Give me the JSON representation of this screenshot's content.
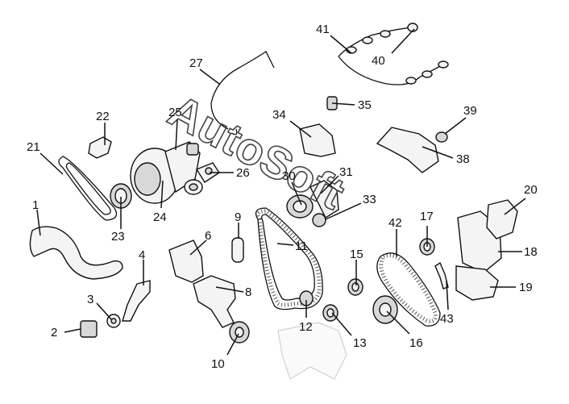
{
  "watermark": "AutoSoft",
  "callouts": [
    {
      "id": "1",
      "label": "1"
    },
    {
      "id": "2",
      "label": "2"
    },
    {
      "id": "3",
      "label": "3"
    },
    {
      "id": "4",
      "label": "4"
    },
    {
      "id": "6",
      "label": "6"
    },
    {
      "id": "8",
      "label": "8"
    },
    {
      "id": "9",
      "label": "9"
    },
    {
      "id": "10",
      "label": "10"
    },
    {
      "id": "11",
      "label": "11"
    },
    {
      "id": "12",
      "label": "12"
    },
    {
      "id": "13",
      "label": "13"
    },
    {
      "id": "15",
      "label": "15"
    },
    {
      "id": "16",
      "label": "16"
    },
    {
      "id": "17",
      "label": "17"
    },
    {
      "id": "18",
      "label": "18"
    },
    {
      "id": "19",
      "label": "19"
    },
    {
      "id": "20",
      "label": "20"
    },
    {
      "id": "21",
      "label": "21"
    },
    {
      "id": "22",
      "label": "22"
    },
    {
      "id": "23",
      "label": "23"
    },
    {
      "id": "24",
      "label": "24"
    },
    {
      "id": "25",
      "label": "25"
    },
    {
      "id": "26",
      "label": "26"
    },
    {
      "id": "27",
      "label": "27"
    },
    {
      "id": "30",
      "label": "30"
    },
    {
      "id": "31",
      "label": "31"
    },
    {
      "id": "33",
      "label": "33"
    },
    {
      "id": "34",
      "label": "34"
    },
    {
      "id": "35",
      "label": "35"
    },
    {
      "id": "38",
      "label": "38"
    },
    {
      "id": "39",
      "label": "39"
    },
    {
      "id": "40",
      "label": "40"
    },
    {
      "id": "41",
      "label": "41"
    },
    {
      "id": "42",
      "label": "42"
    },
    {
      "id": "43",
      "label": "43"
    }
  ]
}
